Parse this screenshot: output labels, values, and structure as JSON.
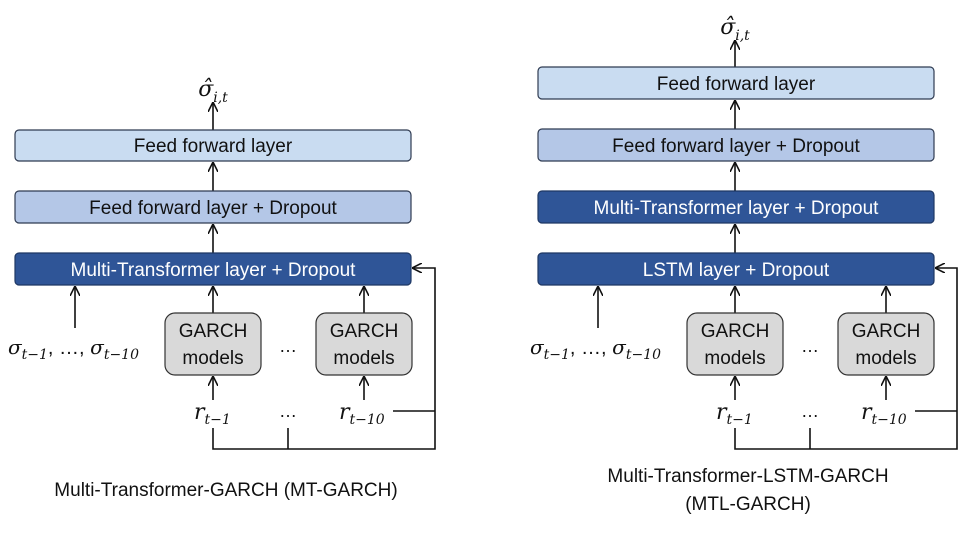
{
  "colors": {
    "light_blue": "#c9dcf1",
    "mid_blue": "#b4c7e7",
    "dark_blue": "#2f5597",
    "grey": "#d9d9d9",
    "stroke": "#2f3b52"
  },
  "left": {
    "output": {
      "base": "σ̂",
      "sub": "i,t"
    },
    "layer_top": "Feed forward layer",
    "layer_mid": "Feed forward layer + Dropout",
    "layer_bottom": "Multi-Transformer layer + Dropout",
    "sigma_inputs": {
      "a": "σ",
      "a_sub": "t−1",
      "sep": ", …, ",
      "b": "σ",
      "b_sub": "t−10"
    },
    "garch_1": {
      "line1": "GARCH",
      "line2": "models"
    },
    "garch_2": {
      "line1": "GARCH",
      "line2": "models"
    },
    "ellipsis_mid": "…",
    "r_1": {
      "base": "r",
      "sub": "t−1"
    },
    "r_2": {
      "base": "r",
      "sub": "t−10"
    },
    "ellipsis_bottom": "…",
    "caption": "Multi-Transformer-GARCH (MT-GARCH)"
  },
  "right": {
    "output": {
      "base": "σ̂",
      "sub": "i,t"
    },
    "layer_1": "Feed forward layer",
    "layer_2": "Feed forward layer + Dropout",
    "layer_3": "Multi-Transformer layer + Dropout",
    "layer_4": "LSTM layer + Dropout",
    "sigma_inputs": {
      "a": "σ",
      "a_sub": "t−1",
      "sep": ", …, ",
      "b": "σ",
      "b_sub": "t−10"
    },
    "garch_1": {
      "line1": "GARCH",
      "line2": "models"
    },
    "garch_2": {
      "line1": "GARCH",
      "line2": "models"
    },
    "ellipsis_mid": "…",
    "r_1": {
      "base": "r",
      "sub": "t−1"
    },
    "r_2": {
      "base": "r",
      "sub": "t−10"
    },
    "ellipsis_bottom": "…",
    "caption_line1": "Multi-Transformer-LSTM-GARCH",
    "caption_line2": "(MTL-GARCH)"
  }
}
